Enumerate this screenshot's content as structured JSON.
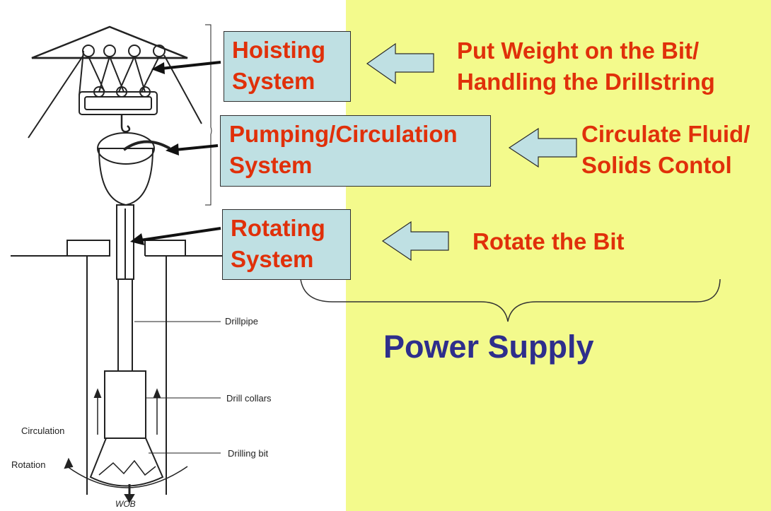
{
  "systems": [
    {
      "line1": "Hoisting",
      "line2": "System"
    },
    {
      "line1": "Pumping/Circulation",
      "line2": "System"
    },
    {
      "line1": "Rotating",
      "line2": "System"
    }
  ],
  "functions": [
    {
      "line1": "Put Weight on the Bit/",
      "line2": "Handling the Drillstring"
    },
    {
      "line1": "Circulate Fluid/",
      "line2": "Solids Contol"
    },
    {
      "line1": "Rotate the Bit"
    }
  ],
  "power_supply": "Power Supply",
  "rig_labels": {
    "drillpipe": "Drillpipe",
    "drill_collars": "Drill collars",
    "circulation": "Circulation",
    "drilling_bit": "Drilling bit",
    "rotation": "Rotation",
    "wob": "WOB"
  },
  "colors": {
    "right_background": "#f3fa8c",
    "box_fill": "#bfe0e3",
    "label_text": "#e0300a",
    "power_text": "#2e2e8c",
    "arrow_fill": "#bfe0e3"
  }
}
